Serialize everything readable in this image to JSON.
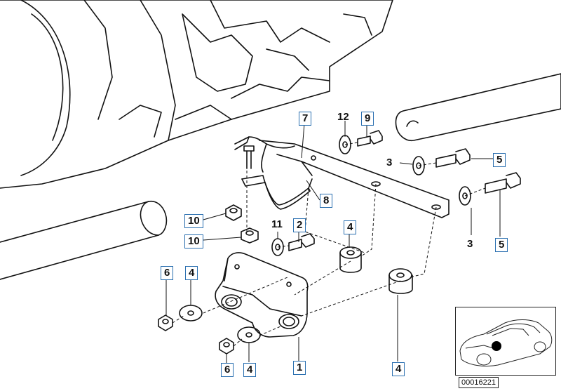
{
  "callouts": {
    "p7": "7",
    "p12": "12",
    "p9": "9",
    "p3a": "3",
    "p5a": "5",
    "p8": "8",
    "p10a": "10",
    "p10b": "10",
    "p11": "11",
    "p2": "2",
    "p4a": "4",
    "p3b": "3",
    "p5b": "5",
    "p6a": "6",
    "p4b": "4",
    "p6b": "6",
    "p4c": "4",
    "p1": "1",
    "p4d": "4"
  },
  "diagram_code": "00016221",
  "colors": {
    "callout_box": "#2a6fb0",
    "line": "#111111"
  }
}
